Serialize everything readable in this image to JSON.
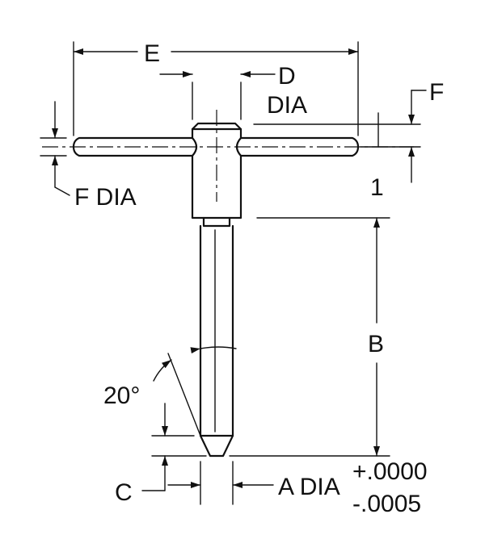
{
  "labels": {
    "e": "E",
    "d": "D",
    "d_dia": "DIA",
    "f": "F",
    "f_dia": "F DIA",
    "one": "1",
    "b": "B",
    "angle": "20°",
    "c": "C",
    "a_dia": "A DIA",
    "tol_plus": "+.0000",
    "tol_minus": "-.0005"
  }
}
